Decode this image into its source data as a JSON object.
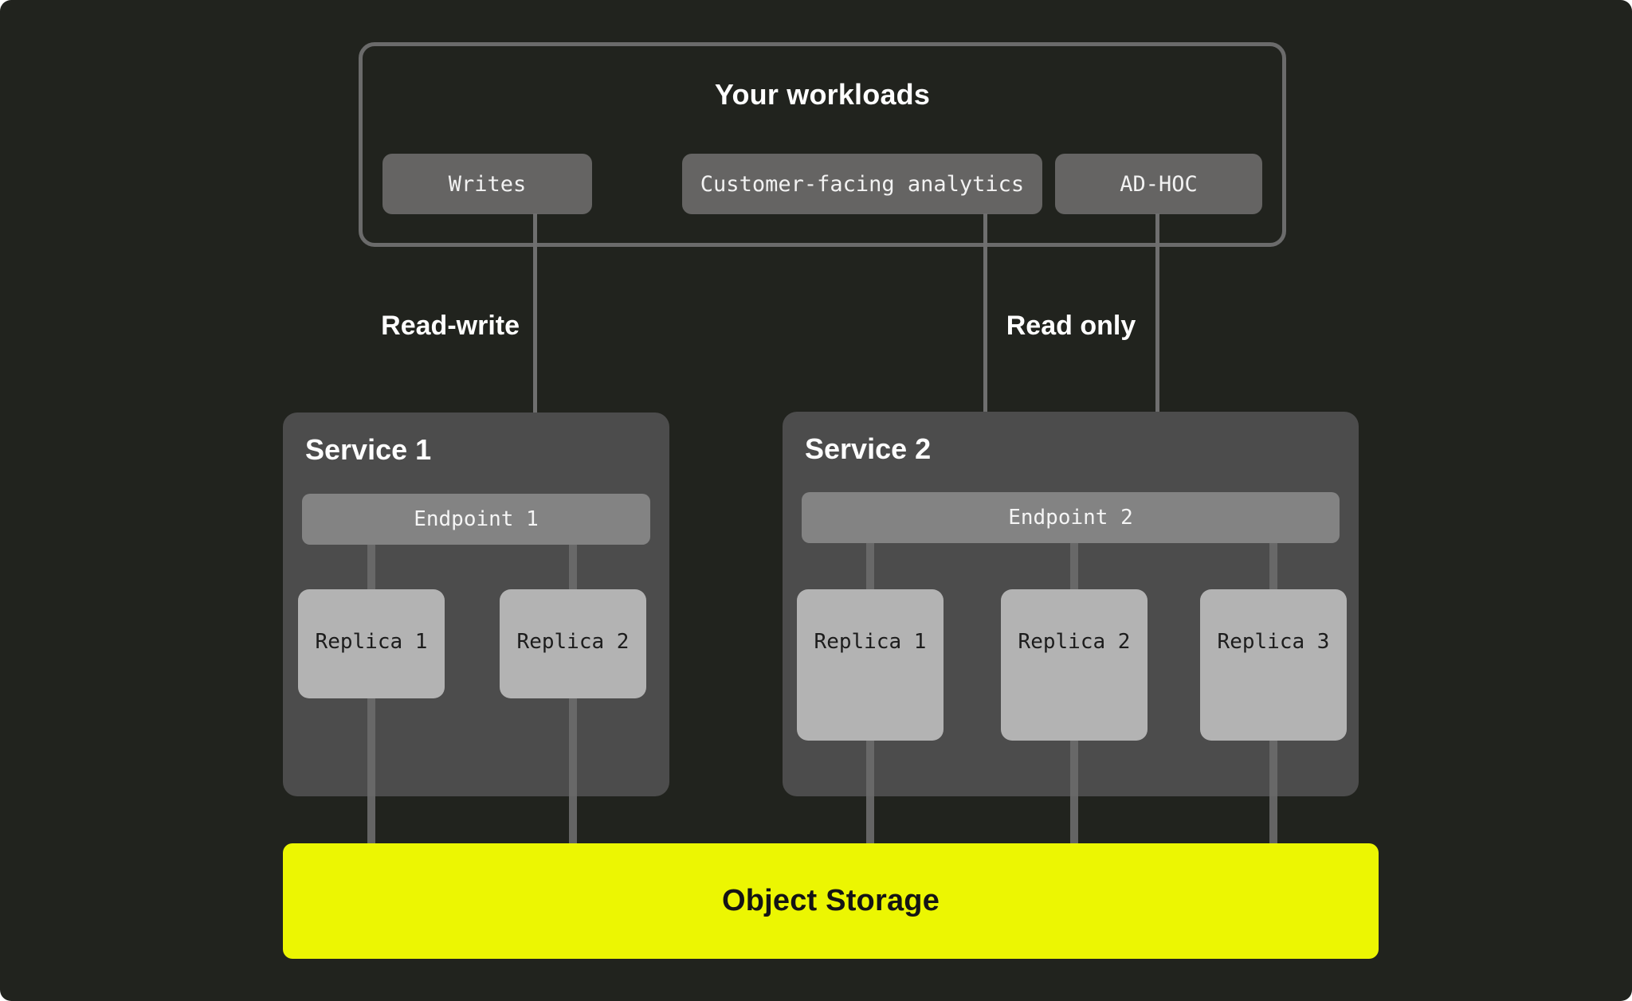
{
  "diagram": {
    "workloads": {
      "title": "Your workloads",
      "buttons": [
        {
          "label": "Writes"
        },
        {
          "label": "Customer-facing analytics"
        },
        {
          "label": "AD-HOC"
        }
      ]
    },
    "flow_labels": {
      "read_write": "Read-write",
      "read_only": "Read only"
    },
    "services": [
      {
        "title": "Service 1",
        "endpoint": "Endpoint 1",
        "replicas": [
          "Replica 1",
          "Replica 2"
        ]
      },
      {
        "title": "Service 2",
        "endpoint": "Endpoint 2",
        "replicas": [
          "Replica 1",
          "Replica 2",
          "Replica 3"
        ]
      }
    ],
    "storage": {
      "label": "Object Storage"
    },
    "colors": {
      "background": "#21231e",
      "workloads_border": "#6b6b6b",
      "workload_chip": "#656463",
      "service_box": "#4c4c4c",
      "endpoint_bar": "#838383",
      "replica_box": "#b3b3b3",
      "connector": "#686868",
      "arrow": "#6f6f6f",
      "storage_accent": "#ecf602"
    }
  }
}
